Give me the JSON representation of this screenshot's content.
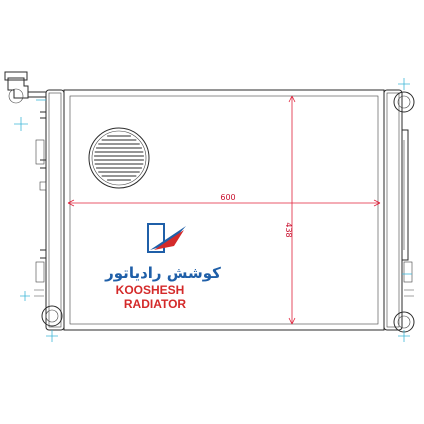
{
  "dimensions": {
    "width_label": "600",
    "height_label": "438"
  },
  "brand": {
    "name_fa": "کوشش رادیاتور",
    "name_en_line1": "KOOSHESH",
    "name_en_line2": "RADIATOR",
    "colors": {
      "blue": "#1f5fa8",
      "red": "#d42a2a",
      "dimension": "#e0203a"
    }
  },
  "icons": [
    "radiator-cap-icon",
    "fan-shroud-icon",
    "brand-logo-icon"
  ]
}
